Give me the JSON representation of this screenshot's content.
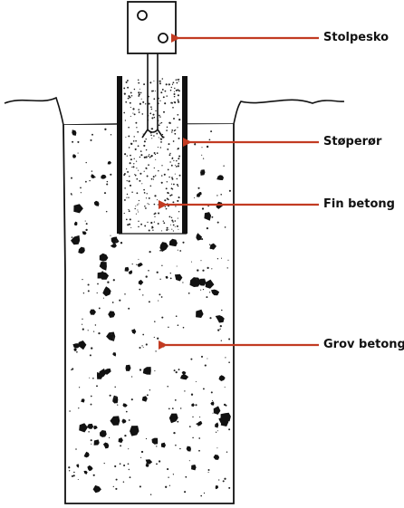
{
  "labels": {
    "stolpesko": "Stolpesko",
    "stoperor": "Støperør",
    "fin_betong": "Fin betong",
    "grov_betong": "Grov betong"
  },
  "colors": {
    "arrow": "#c23b22",
    "ink": "#111111",
    "background": "#ffffff"
  }
}
